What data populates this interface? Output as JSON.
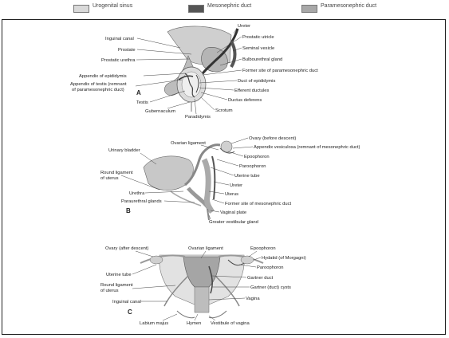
{
  "legend": [
    {
      "label": "Urogenital sinus",
      "color": "#d9d9d9"
    },
    {
      "label": "Mesonephric duct",
      "color": "#555555"
    },
    {
      "label": "Paramesonephric duct",
      "color": "#a8a8a8"
    }
  ],
  "panels": {
    "A": {
      "letter": "A",
      "labels": {
        "ureter": "Ureter",
        "prostatic_utricle": "Prostatic utricle",
        "seminal_vesicle": "Seminal vesicle",
        "bulbourethral_gland": "Bulbourethral gland",
        "former_site_pmd": "Former site of paramesonephric duct",
        "duct_of_epididymis": "Duct of epididymis",
        "efferent_ductules": "Efferent ductules",
        "ductus_deferens": "Ductus deferens",
        "scrotum": "Scrotum",
        "paradidymis": "Paradidymis",
        "gubernaculum": "Gubernaculum",
        "testis": "Testis",
        "appendix_of_testis": "Appendix of testis (remnant",
        "appendix_of_testis_2": "of paramesonephric duct)",
        "appendix_of_epididymis": "Appendix of epididymis",
        "prostatic_urethra": "Prostatic urethra",
        "prostate": "Prostate",
        "inguinal_canal": "Inguinal canal"
      }
    },
    "B": {
      "letter": "B",
      "labels": {
        "ovary_before": "Ovary (before descent)",
        "appendix_vesiculosa": "Appendix vesiculosa (remnant of mesonephric duct)",
        "epoophoron": "Epoophoron",
        "paroophoron": "Paroophoron",
        "uterine_tube": "Uterine tube",
        "ureter": "Ureter",
        "uterus": "Uterus",
        "former_site_md": "Former site of mesonephric duct",
        "vaginal_plate": "Vaginal plate",
        "greater_vestibular_gland": "Greater vestibular gland",
        "paraurethral_glands": "Paraurethral glands",
        "urethra": "Urethra",
        "round_ligament": "Round ligament",
        "round_ligament_2": "of uterus",
        "urinary_bladder": "Urinary bladder",
        "ovarian_ligament": "Ovarian ligament"
      }
    },
    "C": {
      "letter": "C",
      "labels": {
        "ovary_after": "Ovary (after descent)",
        "ovarian_ligament": "Ovarian ligament",
        "epoophoron": "Epoophoron",
        "hydatid": "Hydatid (of Morgagni)",
        "paroophoron": "Paroophoron",
        "gartner_duct": "Gartner duct",
        "gartner_cysts": "Gartner (duct) cysts",
        "vagina": "Vagina",
        "vestibule": "Vestibule of vagina",
        "hymen": "Hymen",
        "labium_majus": "Labium majus",
        "inguinal_canal": "Inguinal canal",
        "round_ligament": "Round ligament",
        "round_ligament_2": "of uterus",
        "uterine_tube": "Uterine tube"
      }
    }
  }
}
